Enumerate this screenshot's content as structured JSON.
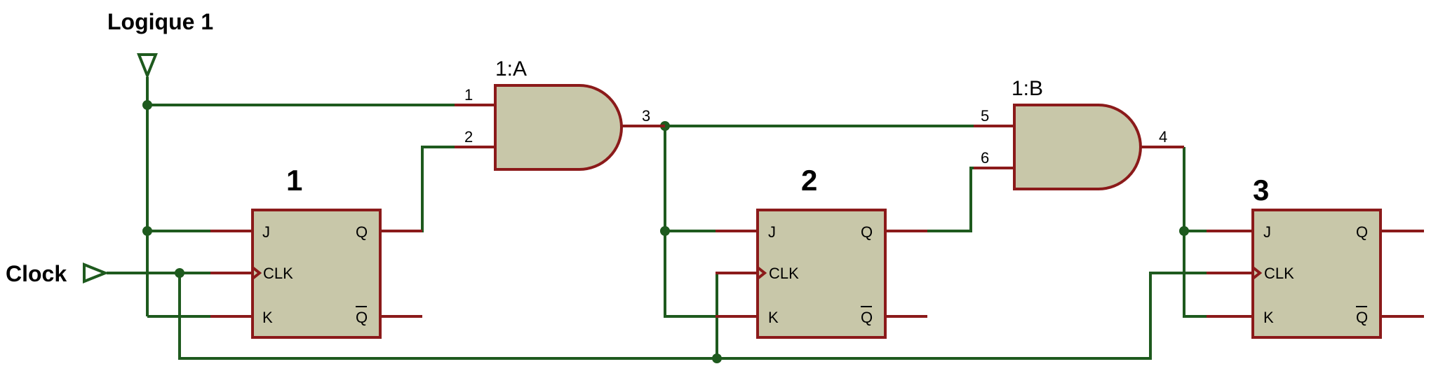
{
  "inputs": {
    "logic_one_label": "Logique 1",
    "clock_label": "Clock"
  },
  "gates": {
    "and_a": {
      "label": "1:A",
      "pin_in1": "1",
      "pin_in2": "2",
      "pin_out": "3"
    },
    "and_b": {
      "label": "1:B",
      "pin_in1": "5",
      "pin_in2": "6",
      "pin_out": "4"
    }
  },
  "flipflops": [
    {
      "title": "1",
      "j": "J",
      "k": "K",
      "clk": "CLK",
      "q": "Q",
      "qbar": "Q"
    },
    {
      "title": "2",
      "j": "J",
      "k": "K",
      "clk": "CLK",
      "q": "Q",
      "qbar": "Q"
    },
    {
      "title": "3",
      "j": "J",
      "k": "K",
      "clk": "CLK",
      "q": "Q",
      "qbar": "Q"
    }
  ],
  "colors": {
    "wire": "#1e5a1e",
    "pin": "#8b1a1a",
    "component_fill": "#c8c7a9"
  }
}
